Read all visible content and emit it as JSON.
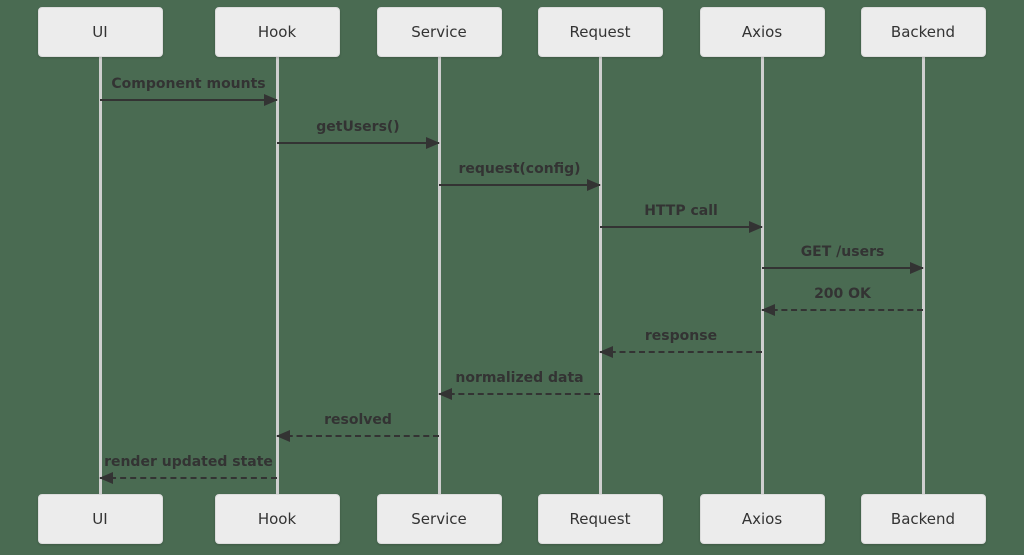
{
  "diagram": {
    "type": "sequence",
    "background_color": "#4a6b52",
    "actor_fill": "#ececec",
    "signal_color": "#333333",
    "lifeline_color": "#cfcfcf",
    "actors": [
      "UI",
      "Hook",
      "Service",
      "Request",
      "Axios",
      "Backend"
    ],
    "messages": [
      {
        "from": "UI",
        "to": "Hook",
        "label": "Component mounts",
        "style": "solid"
      },
      {
        "from": "Hook",
        "to": "Service",
        "label": "getUsers()",
        "style": "solid"
      },
      {
        "from": "Service",
        "to": "Request",
        "label": "request(config)",
        "style": "solid"
      },
      {
        "from": "Request",
        "to": "Axios",
        "label": "HTTP call",
        "style": "solid"
      },
      {
        "from": "Axios",
        "to": "Backend",
        "label": "GET /users",
        "style": "solid"
      },
      {
        "from": "Backend",
        "to": "Axios",
        "label": "200 OK",
        "style": "dashed"
      },
      {
        "from": "Axios",
        "to": "Request",
        "label": "response",
        "style": "dashed"
      },
      {
        "from": "Request",
        "to": "Service",
        "label": "normalized data",
        "style": "dashed"
      },
      {
        "from": "Service",
        "to": "Hook",
        "label": "resolved",
        "style": "dashed"
      },
      {
        "from": "Hook",
        "to": "UI",
        "label": "render updated state",
        "style": "dashed"
      }
    ]
  }
}
